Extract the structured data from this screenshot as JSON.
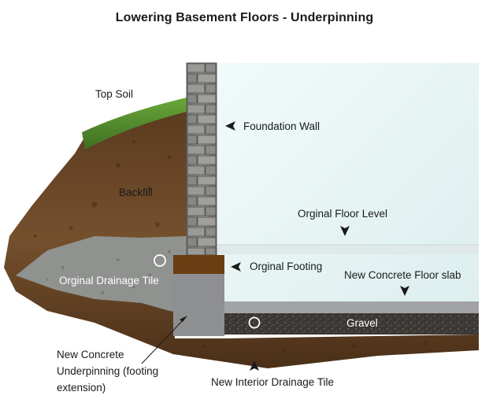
{
  "title": "Lowering Basement Floors - Underpinning",
  "labels": {
    "top_soil": "Top Soil",
    "foundation_wall": "Foundation Wall",
    "backfill": "Backfill",
    "original_floor_level": "Orginal Floor Level",
    "original_footing": "Orginal Footing",
    "original_drainage_tile": "Orginal Drainage Tile",
    "new_concrete_floor_slab": "New Concrete Floor slab",
    "gravel": "Gravel",
    "new_concrete_underpinning": "New Concrete Underpinning (footing extension)",
    "new_interior_drainage_tile": "New Interior Drainage Tile"
  },
  "colors": {
    "grass": "#4f8a2c",
    "backfill": "#6b4526",
    "stone_wall": "#8a8a88",
    "basement_air": "#e6f4f4",
    "old_footing": "#6a3d12",
    "underpinning": "#8e8f91",
    "gravel": "#3d3a37",
    "slab": "#a2a3a5",
    "old_drain_area": "#9a9c9a"
  }
}
